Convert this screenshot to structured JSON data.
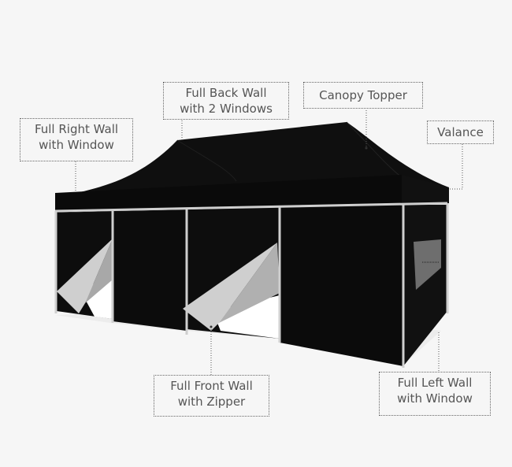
{
  "colors": {
    "background": "#f6f6f6",
    "tent_fabric": "#0d0d0d",
    "frame": "#c8c8c8",
    "label_text": "#555555",
    "label_border": "#666666"
  },
  "labels": {
    "right_wall": {
      "line1": "Full Right Wall",
      "line2": "with Window"
    },
    "back_wall": {
      "line1": "Full Back Wall",
      "line2": "with 2 Windows"
    },
    "canopy_topper": {
      "line1": "Canopy Topper"
    },
    "valance": {
      "line1": "Valance"
    },
    "front_wall": {
      "line1": "Full Front Wall",
      "line2": "with Zipper"
    },
    "left_wall": {
      "line1": "Full Left Wall",
      "line2": "with Window"
    }
  }
}
